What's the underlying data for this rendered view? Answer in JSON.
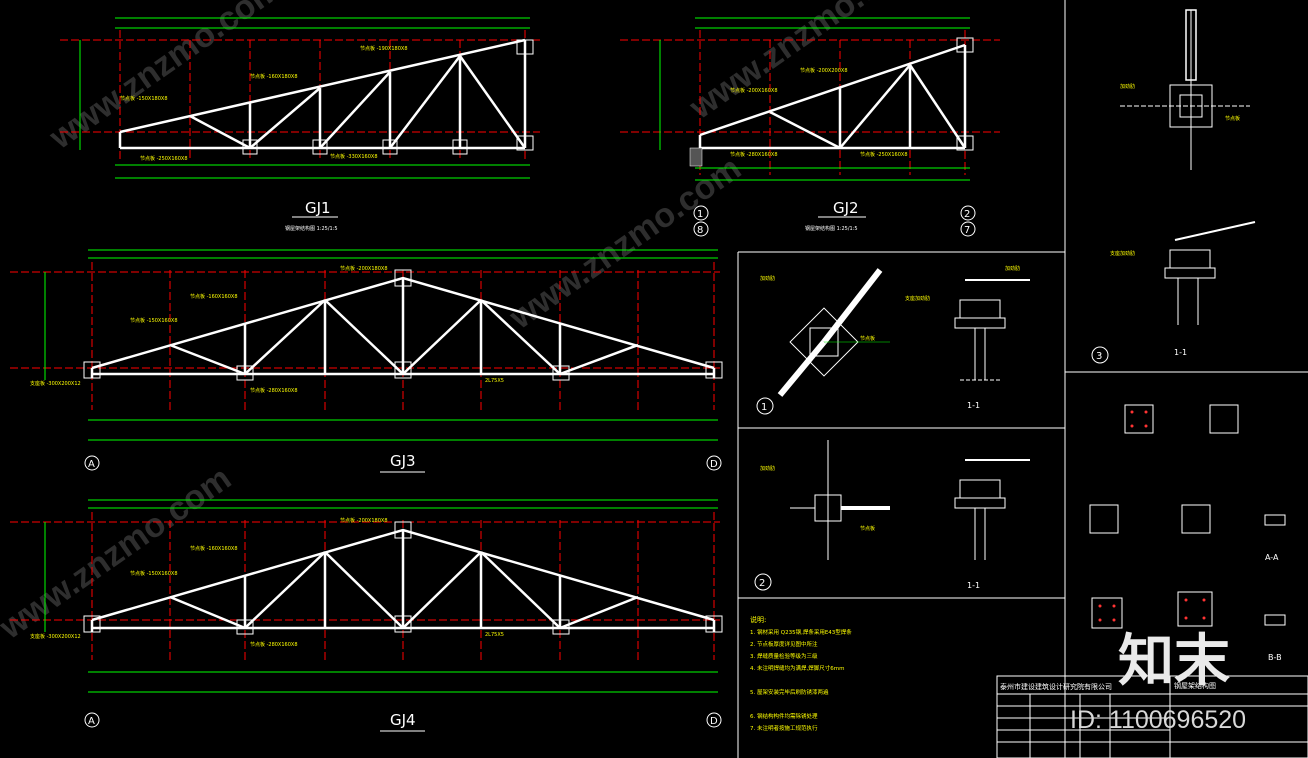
{
  "colors": {
    "bg": "#000000",
    "member": "#ffffff",
    "grid": "#ff0000",
    "dim": "#00ff00",
    "text": "#ffff00",
    "node": "#00ff66"
  },
  "trusses": {
    "gj1": {
      "title": "GJ1",
      "note": "钢屋架结构图 1:25/1:5"
    },
    "gj2": {
      "title": "GJ2",
      "note": "钢屋架结构图 1:25/1:5",
      "axis": [
        "1",
        "8",
        "2",
        "7"
      ]
    },
    "gj3": {
      "title": "GJ3",
      "axis": [
        "A",
        "D"
      ]
    },
    "gj4": {
      "title": "GJ4",
      "axis": [
        "A",
        "D"
      ]
    }
  },
  "details": {
    "d1": {
      "num": "1",
      "section": "1-1"
    },
    "d2": {
      "num": "2",
      "section": "1-1"
    },
    "d3": {
      "num": "3",
      "section": "1-1"
    },
    "sections": [
      "A-A",
      "B-B"
    ]
  },
  "notes": {
    "heading": "说明:",
    "items": [
      "1. 钢材采用  Q235钢,焊条采用E43型焊条",
      "2. 节点板厚度详见图中所注",
      "3. 焊缝质量检验等级为三级",
      "4. 未注明焊缝均为满焊,焊脚尺寸6mm",
      "5. 屋架安装完毕后刷防锈漆两遍",
      "6. 钢结构构件均需除锈处理",
      "7. 未注明者按施工规范执行"
    ]
  },
  "title_block": {
    "company": "泰州市建设建筑设计研究院有限公司",
    "drawing": "钢屋架结构图"
  },
  "watermark": {
    "logo": "知末",
    "id": "ID: 1100696520",
    "site": "www.znzmo.com"
  }
}
